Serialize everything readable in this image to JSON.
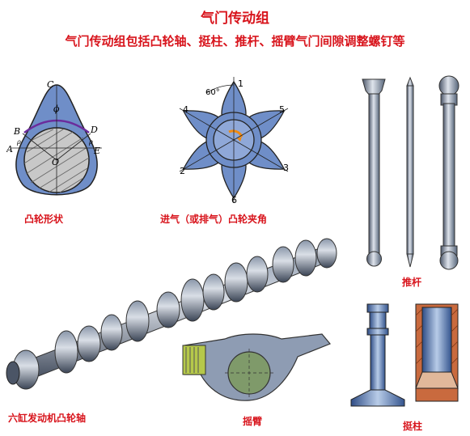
{
  "title": "气门传动组",
  "subtitle": "气门传动组包括凸轮轴、挺柱、推杆、摇臂气门间隙调整螺钉等",
  "captions": {
    "cam_shape": "凸轮形状",
    "cam_angle": "进气（或排气）凸轮夹角",
    "pushrod": "推杆",
    "camshaft": "六缸发动机凸轮轴",
    "rocker": "摇臂",
    "tappet": "挺柱"
  },
  "cam_labels": {
    "c": "C",
    "b": "B",
    "a": "A",
    "d": "D",
    "e": "E",
    "o": "O",
    "phi": "ϕ",
    "rho1": "ρ",
    "rho2": "ρ"
  },
  "angle_labels": {
    "deg": "60°",
    "n1": "1",
    "n2": "2",
    "n3": "3",
    "n4": "4",
    "n5": "5",
    "n6": "6"
  },
  "colors": {
    "accent": "#d8141c",
    "steel": "#5b6e86",
    "blue": "#6f8ec8",
    "dark": "#2b2b2b"
  }
}
